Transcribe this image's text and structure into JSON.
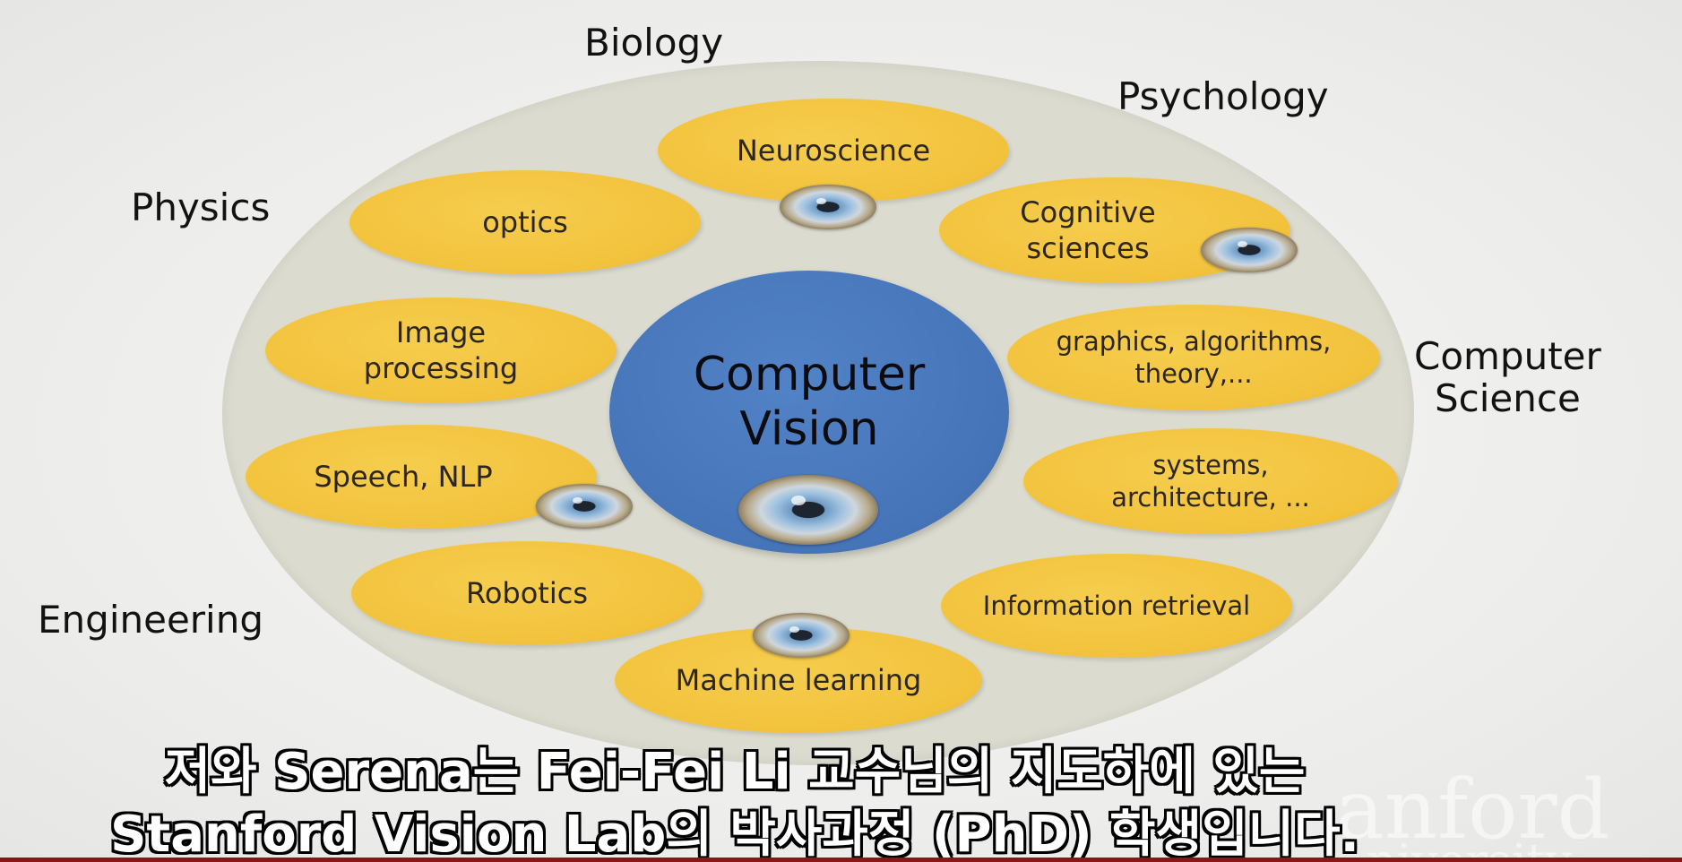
{
  "fields": {
    "biology": "Biology",
    "psychology": "Psychology",
    "physics": "Physics",
    "computer_science_line1": "Computer",
    "computer_science_line2": "Science",
    "engineering": "Engineering"
  },
  "center": {
    "line1": "Computer",
    "line2": "Vision"
  },
  "bubbles": {
    "neuroscience": "Neuroscience",
    "optics": "optics",
    "cognitive_line1": "Cognitive",
    "cognitive_line2": "sciences",
    "image_processing_line1": "Image",
    "image_processing_line2": "processing",
    "graphics_line1": "graphics, algorithms,",
    "graphics_line2": "theory,...",
    "speech_nlp": "Speech, NLP",
    "systems_line1": "systems,",
    "systems_line2": "architecture, ...",
    "robotics": "Robotics",
    "information_retrieval": "Information retrieval",
    "machine_learning": "Machine learning"
  },
  "watermark": {
    "main": "anford",
    "sub": "niversity"
  },
  "subtitle": {
    "line1": "저와 Serena는 Fei-Fei Li 교수님의 지도하에 있는",
    "line2": "Stanford Vision Lab의 박사과정 (PhD) 학생입니다."
  },
  "colors": {
    "bubble": "#f2c23c",
    "center": "#4674b8",
    "ring": "#dcdbcf",
    "bottom_bar": "#8c1515"
  },
  "icons": {
    "eye_logo": "vision-lab-eye-icon"
  }
}
